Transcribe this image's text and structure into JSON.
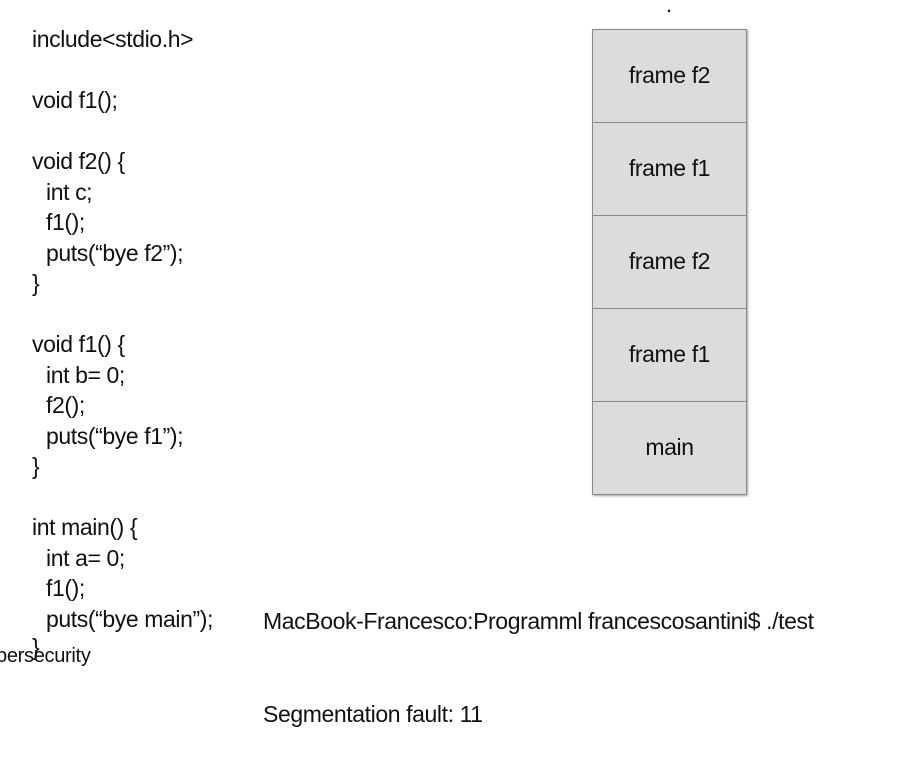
{
  "code": {
    "lines": [
      {
        "text": "include<stdio.h>",
        "indent": false
      },
      {
        "text": "",
        "indent": false
      },
      {
        "text": "void f1();",
        "indent": false
      },
      {
        "text": "",
        "indent": false
      },
      {
        "text": "void f2() {",
        "indent": false
      },
      {
        "text": "int c;",
        "indent": true
      },
      {
        "text": "f1();",
        "indent": true
      },
      {
        "text": "puts(“bye f2”);",
        "indent": true
      },
      {
        "text": "}",
        "indent": false
      },
      {
        "text": "",
        "indent": false
      },
      {
        "text": "void f1() {",
        "indent": false
      },
      {
        "text": "int b= 0;",
        "indent": true
      },
      {
        "text": "f2();",
        "indent": true
      },
      {
        "text": "puts(“bye f1”);",
        "indent": true
      },
      {
        "text": "}",
        "indent": false
      },
      {
        "text": "",
        "indent": false
      },
      {
        "text": "int main() {",
        "indent": false
      },
      {
        "text": "int a= 0;",
        "indent": true
      },
      {
        "text": "f1();",
        "indent": true
      },
      {
        "text": "puts(“bye main”);",
        "indent": true
      }
    ],
    "closing_brace": "}"
  },
  "top_dot": ".",
  "stack": {
    "frames": [
      "frame f2",
      "frame f1",
      "frame f2",
      "frame f1",
      "main"
    ]
  },
  "terminal": {
    "line1": "MacBook-Francesco:Programml francescosantini$ ./test",
    "line2": "Segmentation fault: 11"
  },
  "footer": {
    "text": "bersecurity"
  }
}
